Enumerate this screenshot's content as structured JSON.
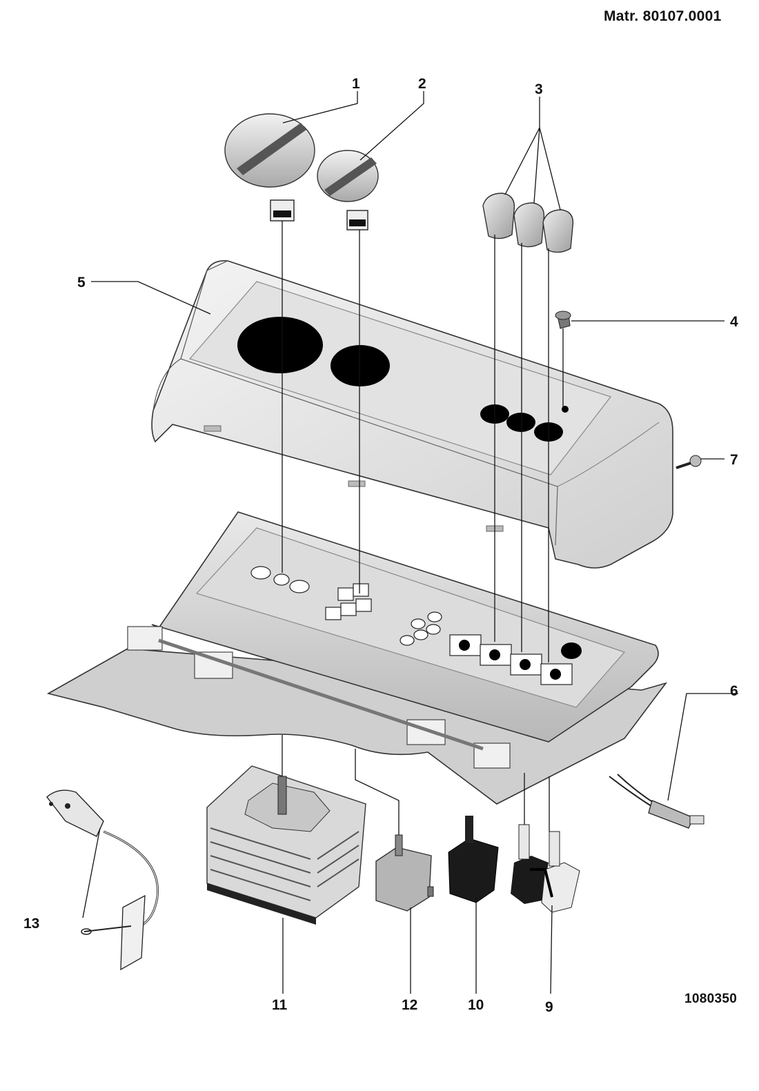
{
  "header": {
    "material_number": "Matr. 80107.0001"
  },
  "footer": {
    "drawing_number": "1080350"
  },
  "callouts": {
    "c1": "1",
    "c2": "2",
    "c3": "3",
    "c4": "4",
    "c5": "5",
    "c6": "6",
    "c7": "7",
    "c9": "9",
    "c10": "10",
    "c11": "11",
    "c12": "12",
    "c13": "13"
  },
  "colors": {
    "part_light": "#e6e6e6",
    "part_mid": "#c8c8c8",
    "part_dark": "#9a9a9a",
    "hole": "#000000",
    "line": "#111111"
  }
}
